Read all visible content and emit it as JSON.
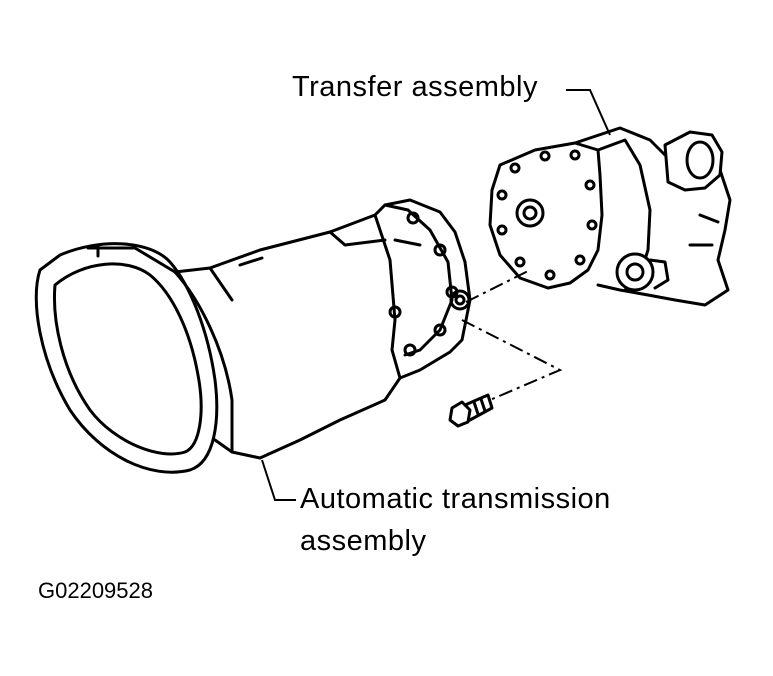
{
  "labels": {
    "transfer": "Transfer assembly",
    "automatic_line1": "Automatic transmission",
    "automatic_line2": "assembly"
  },
  "figure_code": "G02209528"
}
